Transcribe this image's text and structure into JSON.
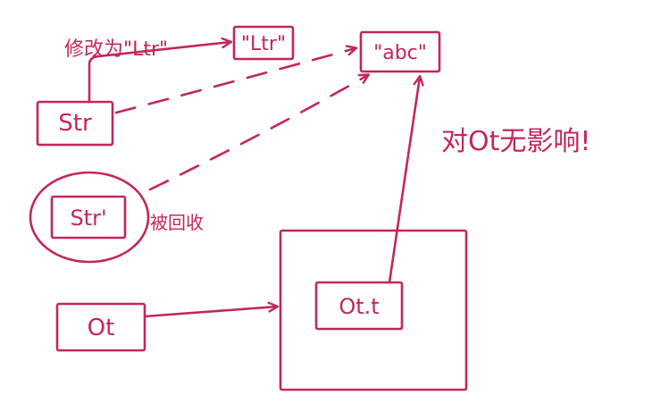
{
  "colors": {
    "ink": "#c2275a",
    "background": "#ffffff"
  },
  "labels": {
    "modify_note": "修改为\"Ltr\"",
    "str_new_value": "\"Ltr\"",
    "str_old_value": "\"abc\"",
    "str_var": "Str",
    "str_copy_var": "Str'",
    "collected_note": "被回收",
    "ot_var": "Ot",
    "ot_field": "Ot.t",
    "no_effect_note": "对Ot无影响!"
  }
}
